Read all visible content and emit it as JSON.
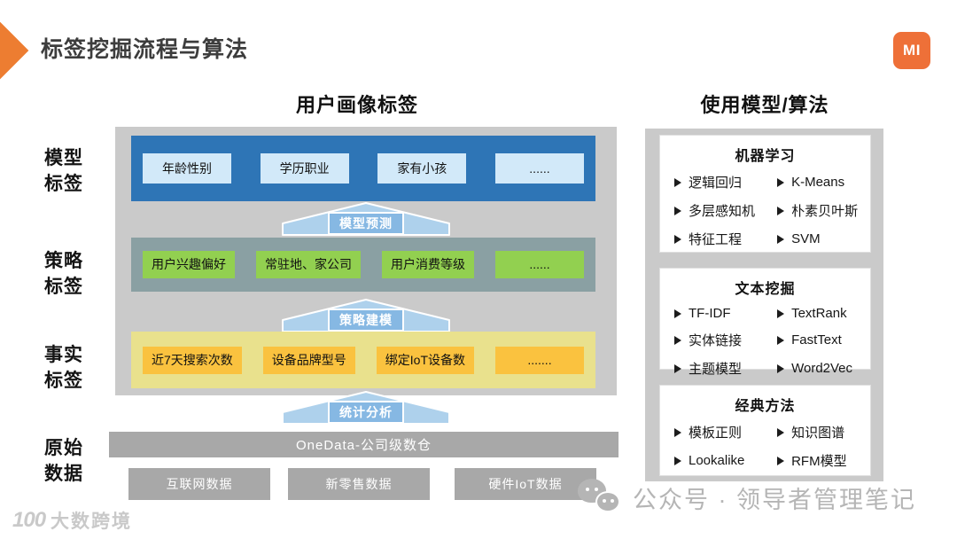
{
  "header": {
    "title": "标签挖掘流程与算法",
    "logo_text": "MI"
  },
  "columns": {
    "left_heading": "用户画像标签",
    "right_heading": "使用模型/算法"
  },
  "diagram": {
    "rows": [
      {
        "label": "模型\n标签",
        "boxes": [
          "年龄性别",
          "学历职业",
          "家有小孩",
          "......"
        ]
      },
      {
        "label": "策略\n标签",
        "boxes": [
          "用户兴趣偏好",
          "常驻地、家公司",
          "用户消费等级",
          "......"
        ]
      },
      {
        "label": "事实\n标签",
        "boxes": [
          "近7天搜索次数",
          "设备品牌型号",
          "绑定IoT设备数",
          "......."
        ]
      }
    ],
    "arrows": [
      "模型预测",
      "策略建模",
      "统计分析"
    ],
    "source_label": "原始\n数据",
    "warehouse": "OneData-公司级数仓",
    "sources": [
      "互联网数据",
      "新零售数据",
      "硬件IoT数据"
    ]
  },
  "algorithms": {
    "bullet": "➢",
    "groups": [
      {
        "title": "机器学习",
        "items": [
          [
            "逻辑回归",
            "K-Means"
          ],
          [
            "多层感知机",
            "朴素贝叶斯"
          ],
          [
            "特征工程",
            "SVM"
          ]
        ]
      },
      {
        "title": "文本挖掘",
        "items": [
          [
            "TF-IDF",
            "TextRank"
          ],
          [
            "实体链接",
            "FastText"
          ],
          [
            "主题模型",
            "Word2Vec"
          ]
        ]
      },
      {
        "title": "经典方法",
        "items": [
          [
            "模板正则",
            "知识图谱"
          ],
          [
            "Lookalike",
            "RFM模型"
          ]
        ]
      }
    ]
  },
  "watermarks": {
    "left_logo": "100",
    "left_text": "大数跨境",
    "right_text": "公众号 · 领导者管理笔记"
  },
  "colors": {
    "accent_orange": "#ed7d31",
    "mi_orange": "#ee7038",
    "model_band": "#2e75b6",
    "model_box": "#d2e9f9",
    "strategy_band": "#8aa0a3",
    "strategy_box": "#92d050",
    "fact_band": "#e9e18d",
    "fact_box": "#fac23f",
    "arrow_fill": "#aed1ec",
    "arrow_label": "#86b8e3",
    "container_gray": "#cacaca",
    "data_gray": "#a8a8a8"
  }
}
